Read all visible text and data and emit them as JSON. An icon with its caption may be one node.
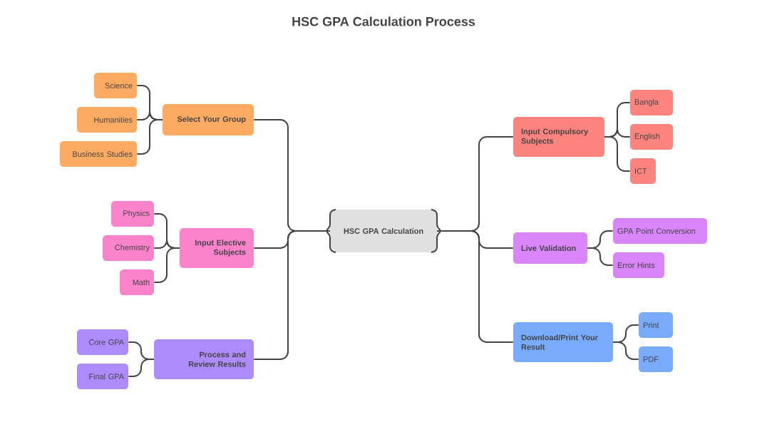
{
  "diagram": {
    "title": "HSC GPA Calculation Process",
    "nodes": [
      {
        "text": [
          "HSC GPA Calculation"
        ]
      },
      {
        "text": [
          "Select Your Group"
        ]
      },
      {
        "text": [
          "Science"
        ]
      },
      {
        "text": [
          "Humanities"
        ]
      },
      {
        "text": [
          "Business Studies"
        ]
      },
      {
        "text": [
          "Input Elective Subjects"
        ]
      },
      {
        "text": [
          "Physics"
        ]
      },
      {
        "text": [
          "Chemistry"
        ]
      },
      {
        "text": [
          "Math"
        ]
      },
      {
        "text": [
          "Process and Review Results"
        ]
      },
      {
        "text": [
          "Core GPA"
        ]
      },
      {
        "text": [
          "Final GPA"
        ]
      },
      {
        "text": [
          "Input Compulsory Subjects"
        ]
      },
      {
        "text": [
          "Bangla"
        ]
      },
      {
        "text": [
          "English"
        ]
      },
      {
        "text": [
          "ICT"
        ]
      },
      {
        "text": [
          "Live Validation"
        ]
      },
      {
        "text": [
          "GPA Point Conversion"
        ]
      },
      {
        "text": [
          "Error Hints"
        ]
      },
      {
        "text": [
          "Download/Print Your Result"
        ]
      },
      {
        "text": [
          "Print"
        ]
      },
      {
        "text": [
          "PDF"
        ]
      }
    ],
    "edges": [
      {
        "from": 0,
        "to": 1,
        "arrow": "none"
      },
      {
        "from": 0,
        "to": 5,
        "arrow": "none"
      },
      {
        "from": 0,
        "to": 9,
        "arrow": "none"
      },
      {
        "from": 0,
        "to": 12,
        "arrow": "none"
      },
      {
        "from": 0,
        "to": 16,
        "arrow": "none"
      },
      {
        "from": 0,
        "to": 19,
        "arrow": "none"
      },
      {
        "from": 1,
        "to": 2,
        "arrow": "none"
      },
      {
        "from": 1,
        "to": 3,
        "arrow": "none"
      },
      {
        "from": 1,
        "to": 4,
        "arrow": "none"
      },
      {
        "from": 5,
        "to": 6,
        "arrow": "none"
      },
      {
        "from": 5,
        "to": 7,
        "arrow": "none"
      },
      {
        "from": 5,
        "to": 8,
        "arrow": "none"
      },
      {
        "from": 9,
        "to": 10,
        "arrow": "none"
      },
      {
        "from": 9,
        "to": 11,
        "arrow": "none"
      },
      {
        "from": 12,
        "to": 13,
        "arrow": "none"
      },
      {
        "from": 12,
        "to": 14,
        "arrow": "none"
      },
      {
        "from": 12,
        "to": 15,
        "arrow": "none"
      },
      {
        "from": 16,
        "to": 17,
        "arrow": "none"
      },
      {
        "from": 16,
        "to": 18,
        "arrow": "none"
      },
      {
        "from": 19,
        "to": 20,
        "arrow": "none"
      },
      {
        "from": 19,
        "to": 21,
        "arrow": "none"
      }
    ]
  }
}
